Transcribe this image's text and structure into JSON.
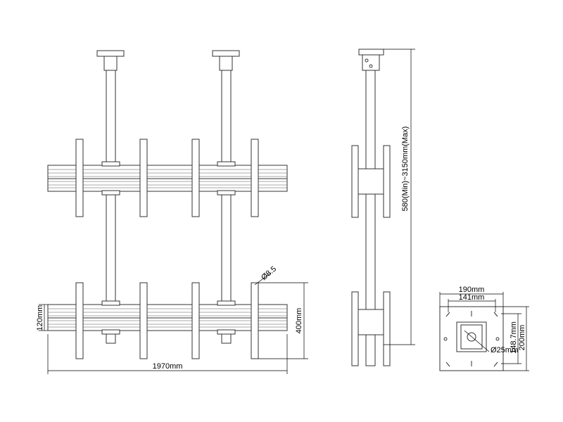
{
  "dimensions": {
    "width_total": "1970mm",
    "bar_height": "120mm",
    "bracket_height": "400mm",
    "hole_diameter": "Ø8.5",
    "pole_length": "580(Min)~3150mm(Max)",
    "plate_width": "190mm",
    "plate_hole_spacing_x": "141mm",
    "plate_hole_spacing_y": "148.7mm",
    "plate_height": "200mm",
    "plate_center_hole": "Ø25mm"
  }
}
